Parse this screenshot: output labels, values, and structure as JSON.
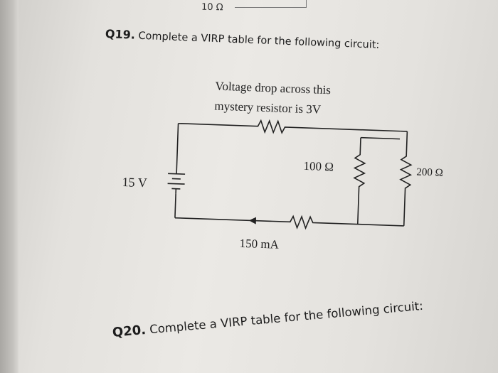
{
  "previous": {
    "answer": "10 Ω"
  },
  "q19": {
    "number": "Q19.",
    "prompt": "Complete a VIRP table for the following circuit:",
    "note_line1": "Voltage drop across this",
    "note_line2": "mystery resistor is 3V",
    "source_voltage": "15 V",
    "r_parallel_1": "100 Ω",
    "r_parallel_2": "200 Ω",
    "current": "150 mA"
  },
  "q20": {
    "number": "Q20.",
    "prompt": "Complete a VIRP table for the following circuit:"
  }
}
